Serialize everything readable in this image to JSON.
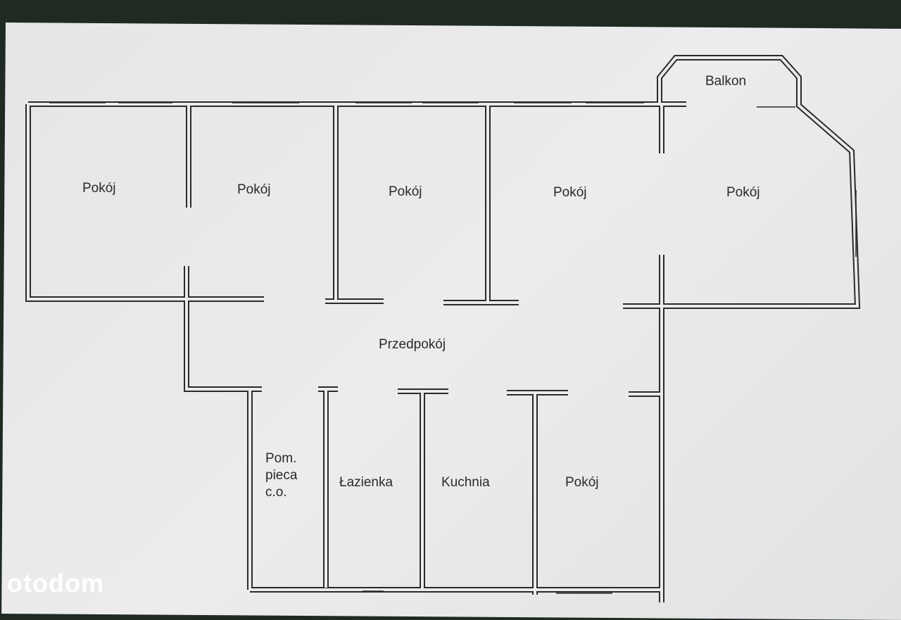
{
  "floor_plan": {
    "rooms": [
      {
        "label": "Pokój"
      },
      {
        "label": "Pokój"
      },
      {
        "label": "Pokój"
      },
      {
        "label": "Pokój"
      },
      {
        "label": "Pokój"
      },
      {
        "label": "Balkon"
      },
      {
        "label": "Przedpokój"
      },
      {
        "label": "Pom.\npieca\nc.o."
      },
      {
        "label": "Łazienka"
      },
      {
        "label": "Kuchnia"
      },
      {
        "label": "Pokój"
      }
    ]
  },
  "watermark": "otodom"
}
